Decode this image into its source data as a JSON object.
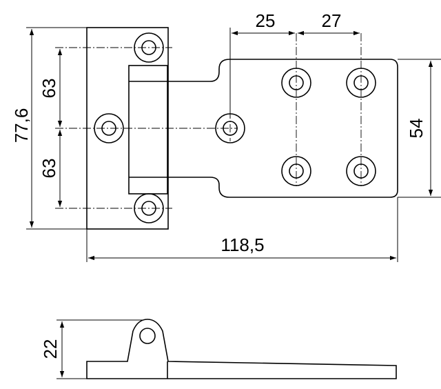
{
  "dimensions": {
    "hole_spacing_top_left": "25",
    "hole_spacing_top_right": "27",
    "vertical_upper": "63",
    "vertical_lower": "63",
    "overall_height": "77,6",
    "plate_height": "54",
    "overall_length": "118,5",
    "side_height": "22"
  }
}
